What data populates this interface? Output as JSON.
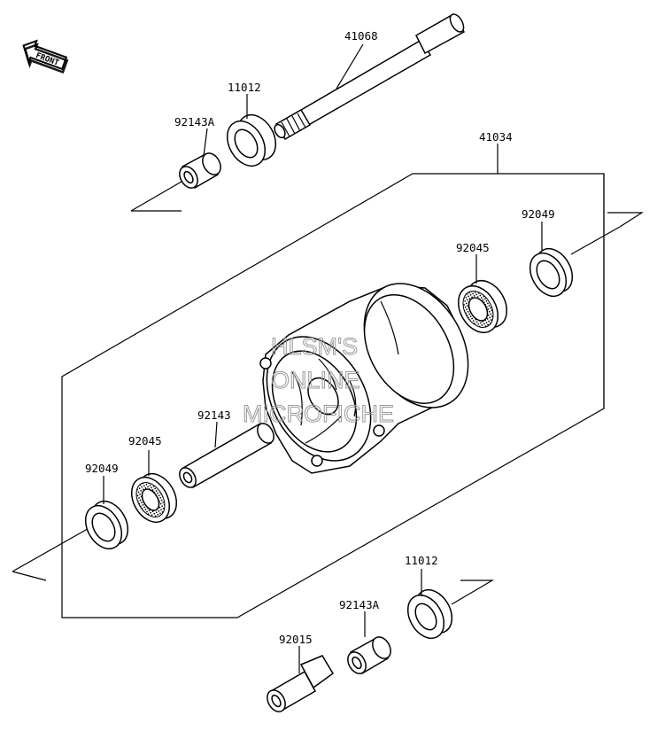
{
  "direction_label": "FRONT",
  "watermark": [
    "HLSM'S",
    "ONLINE",
    "MICROFICHE"
  ],
  "parts": {
    "axle": "41068",
    "hub_assembly": "41034",
    "collar_top_left": "92143A",
    "bearing_top_left": "11012",
    "seal_right": "92049",
    "bearing_right": "92045",
    "spacer_center": "92143",
    "bearing_left": "92045",
    "seal_left": "92049",
    "bearing_bottom_right": "11012",
    "collar_bottom": "92143A",
    "nut_bottom": "92015"
  },
  "colors": {
    "line": "#000000",
    "watermark": "#9a9a9a",
    "background": "#ffffff"
  }
}
